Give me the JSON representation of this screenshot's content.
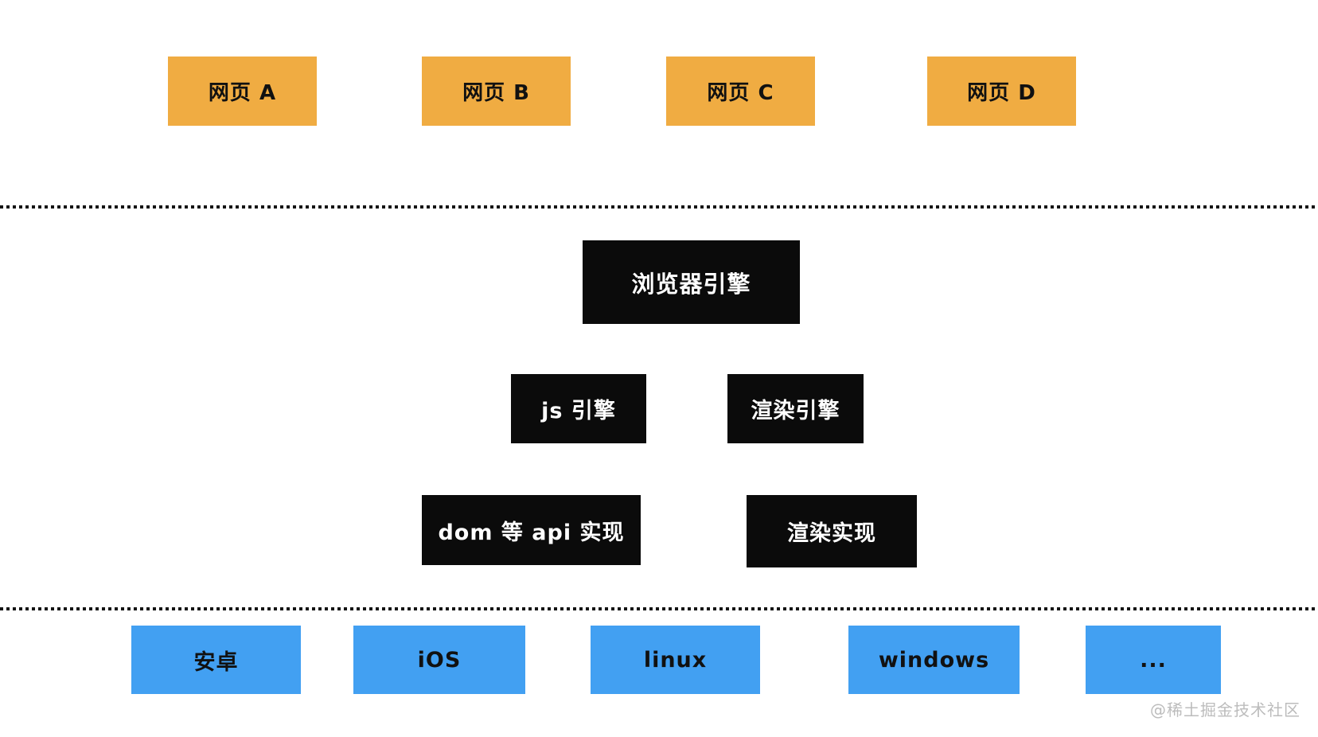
{
  "diagram": {
    "webpages": [
      "网页 A",
      "网页 B",
      "网页 C",
      "网页 D"
    ],
    "browser_engine": "浏览器引擎",
    "js_engine": "js 引擎",
    "render_engine": "渲染引擎",
    "dom_api_impl": "dom 等 api 实现",
    "render_impl": "渲染实现",
    "os": [
      "安卓",
      "iOS",
      "linux",
      "windows",
      "..."
    ]
  },
  "watermark": "@稀土掘金技术社区",
  "colors": {
    "webpage_box": "#F0AC42",
    "engine_box": "#0B0B0B",
    "os_box": "#42A0F2",
    "engine_text": "#FFFFFF",
    "box_text": "#111111",
    "dotted_line": "#141414",
    "watermark_text": "#BCBCBC",
    "background": "#FFFFFF"
  }
}
